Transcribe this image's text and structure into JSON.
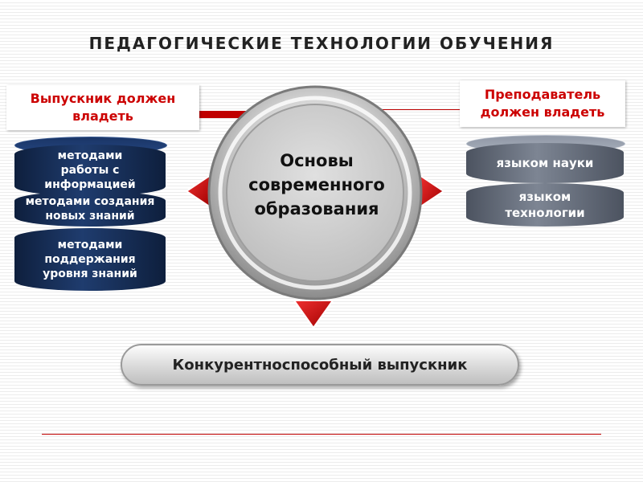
{
  "title": "ПЕДАГОГИЧЕСКИЕ ТЕХНОЛОГИИ ОБУЧЕНИЯ",
  "left_label": [
    "Выпускник должен",
    "владеть"
  ],
  "right_label": [
    "Преподаватель",
    "должен владеть"
  ],
  "left_items": [
    [
      "методами",
      "работы с",
      "информацией"
    ],
    [
      "методами создания",
      "новых знаний"
    ],
    [
      "методами",
      "поддержания",
      "уровня знаний"
    ]
  ],
  "right_items": [
    [
      "языком науки"
    ],
    [
      "языком",
      "технологии"
    ]
  ],
  "center_text": [
    "Основы",
    "современного",
    "образования"
  ],
  "result_label": "Конкурентноспособный выпускник",
  "colors": {
    "accent": "#c00000",
    "navy": "#1a3566",
    "steel": "#6d7583"
  }
}
